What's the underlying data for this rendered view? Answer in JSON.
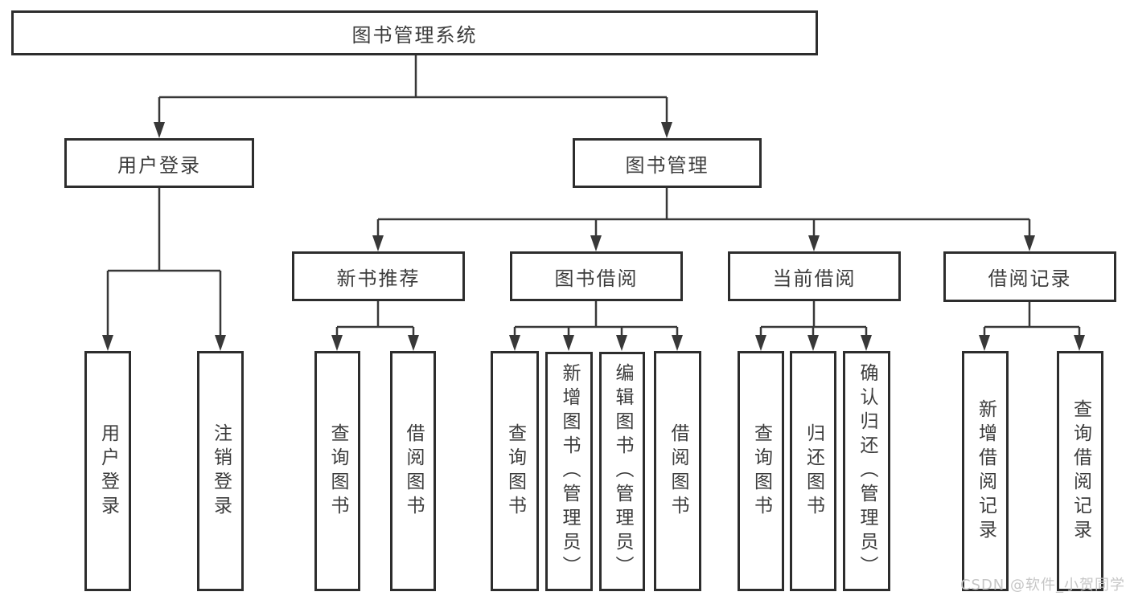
{
  "diagram": {
    "type": "tree-diagram",
    "title": "图书管理系统",
    "hierarchy": {
      "图书管理系统": [
        "用户登录",
        "图书管理"
      ],
      "用户登录": [
        "用户登录",
        "注销登录"
      ],
      "图书管理": [
        "新书推荐",
        "图书借阅",
        "当前借阅",
        "借阅记录"
      ],
      "新书推荐": [
        "查询图书",
        "借阅图书"
      ],
      "图书借阅": [
        "查询图书",
        "新增图书（管理员）",
        "编辑图书（管理员）",
        "借阅图书"
      ],
      "当前借阅": [
        "查询图书",
        "归还图书",
        "确认归还（管理员）"
      ],
      "借阅记录": [
        "新增借阅记录",
        "查询借阅记录"
      ]
    }
  },
  "nodes": {
    "root": "图书管理系统",
    "user_login": "用户登录",
    "book_management": "图书管理",
    "new_book_recommend": "新书推荐",
    "book_borrowing": "图书借阅",
    "current_borrowing": "当前借阅",
    "borrow_records": "借阅记录",
    "leaf_user_login": "用户登录",
    "leaf_logout": "注销登录",
    "leaf_query_books_1": "查询图书",
    "leaf_borrow_books_1": "借阅图书",
    "leaf_query_books_2": "查询图书",
    "leaf_add_books_admin": "新增图书（管理员）",
    "leaf_edit_books_admin": "编辑图书（管理员）",
    "leaf_borrow_books_2": "借阅图书",
    "leaf_query_books_3": "查询图书",
    "leaf_return_books": "归还图书",
    "leaf_confirm_return_admin": "确认归还（管理员）",
    "leaf_add_borrow_record": "新增借阅记录",
    "leaf_query_borrow_record": "查询借阅记录"
  },
  "watermark": "CSDN @软件_小贺同学",
  "colors": {
    "line": "#383838",
    "border": "#2d2d2d",
    "text": "#3c3c3c",
    "background": "#ffffff",
    "watermark": "#c6c6c6"
  }
}
